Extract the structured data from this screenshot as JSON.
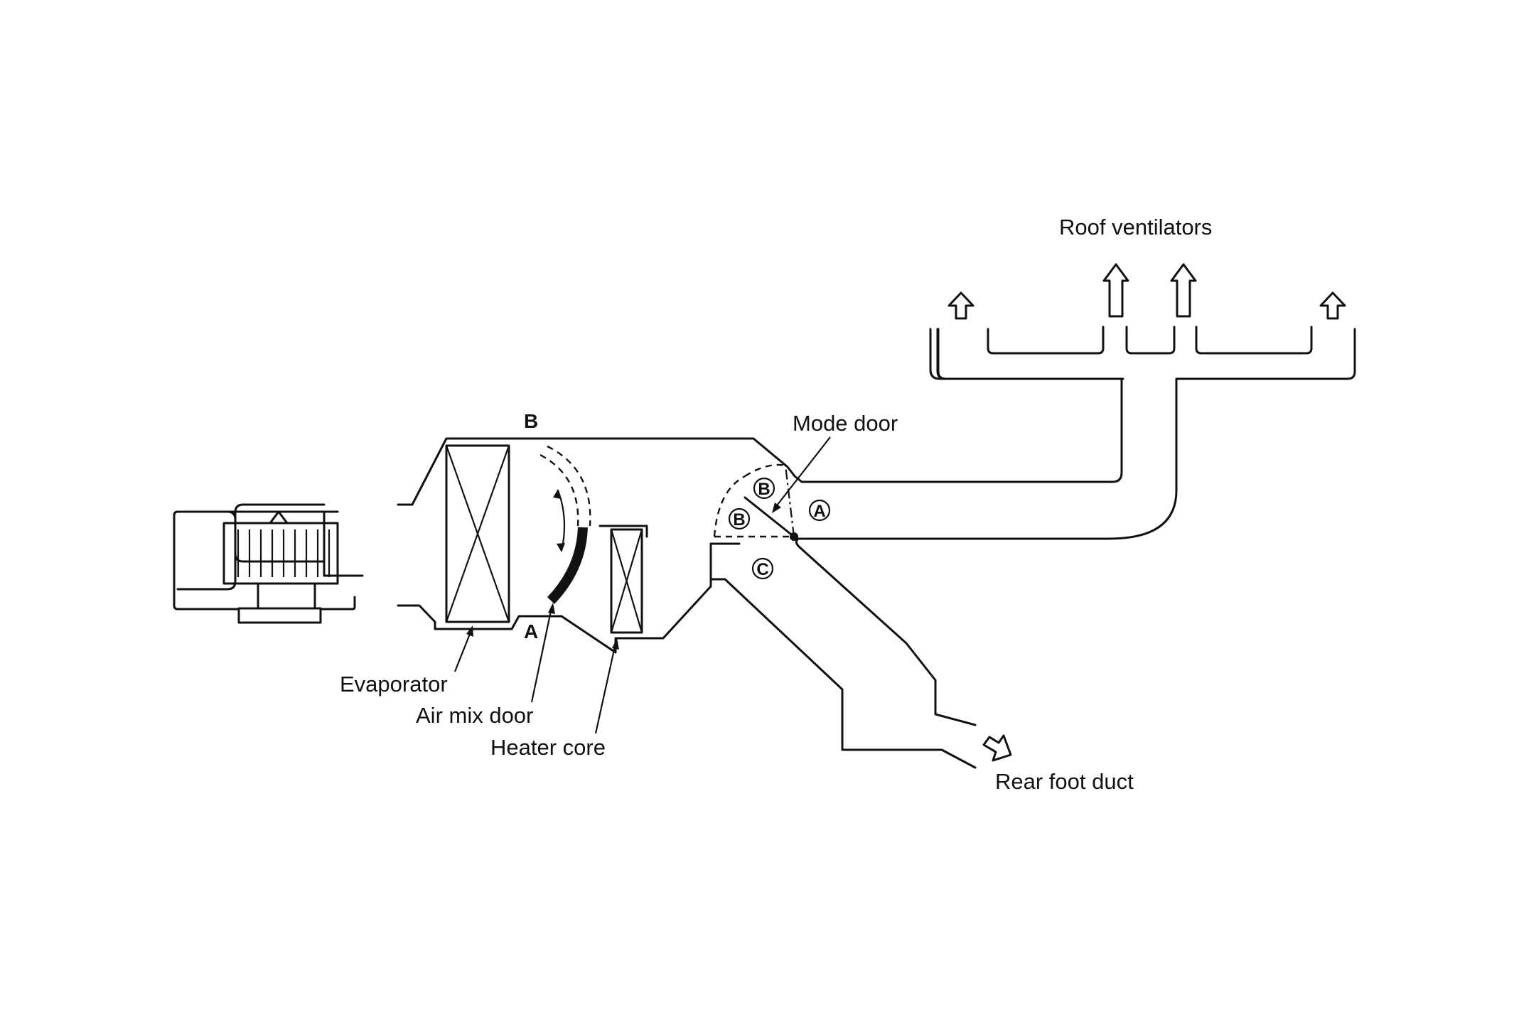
{
  "labels": {
    "roof_ventilators": "Roof  ventilators",
    "mode_door": "Mode door",
    "evaporator": "Evaporator",
    "air_mix_door": "Air mix door",
    "heater_core": "Heater core",
    "rear_foot_duct": "Rear foot duct",
    "upper_B": "B",
    "lower_A": "A",
    "circle_B1": "B",
    "circle_B2": "B",
    "circle_A": "A",
    "circle_C": "C"
  }
}
